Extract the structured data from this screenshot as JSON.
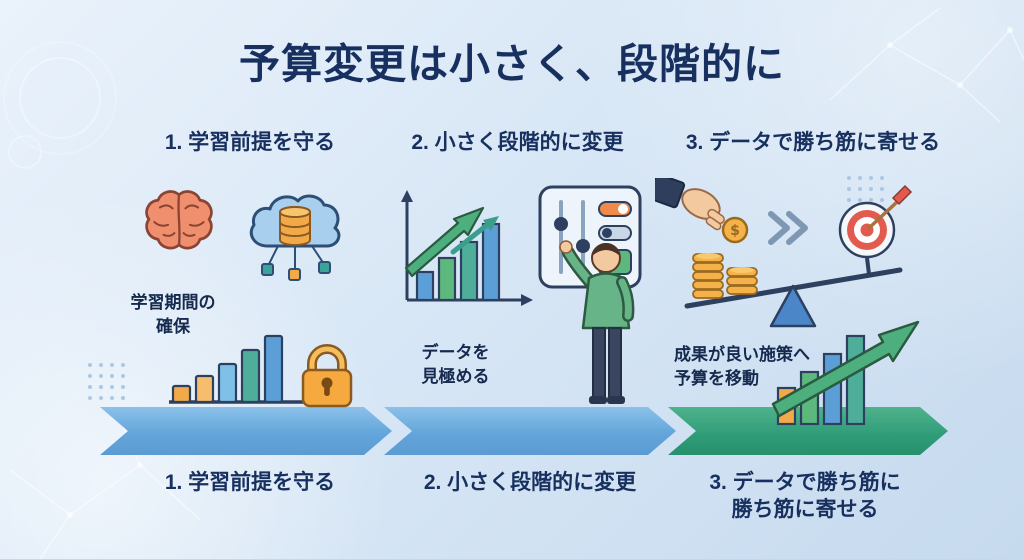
{
  "title": "予算変更は小さく、段階的に",
  "steps": [
    {
      "heading": "1. 学習前提を守る",
      "caption_line1": "学習期間の",
      "caption_line2": "確保",
      "icons": [
        "brain-icon",
        "cloud-database-icon",
        "growth-bars-icon",
        "lock-icon"
      ]
    },
    {
      "heading": "2. 小さく段階的に変更",
      "caption_line1": "データを",
      "caption_line2": "見極める",
      "icons": [
        "growth-chart-arrow-icon",
        "control-panel-icon",
        "person-pointing-icon"
      ]
    },
    {
      "heading": "3. データで勝ち筋に寄せる",
      "caption_line1": "成果が良い施策へ",
      "caption_line2": "予算を移動",
      "icons": [
        "hand-coin-icon",
        "coin-stack-icon",
        "double-chevron-icon",
        "balance-scale-icon",
        "target-dart-icon",
        "rising-chart-arrow-icon"
      ]
    }
  ],
  "banner": [
    {
      "line1": "1. 学習前提を守る",
      "line2": "",
      "color": "#63a6db"
    },
    {
      "line1": "2. 小さく段階的に変更",
      "line2": "",
      "color": "#63a6db"
    },
    {
      "line1": "3. データで勝ち筋に",
      "line2": "勝ち筋に寄せる",
      "color": "#2f9c78"
    }
  ],
  "coin_symbol": "$",
  "colors": {
    "title_text": "#17305f",
    "heading_text": "#17305f",
    "caption_text": "#152a4e",
    "arrow_blue": "#63a6db",
    "arrow_green": "#2f9c78",
    "accent_orange": "#f2a948",
    "accent_coral": "#ef8f6e",
    "accent_green": "#5cb87c",
    "accent_blue": "#5b9fd6",
    "accent_teal": "#4fae9a",
    "background": "#d8e7f6"
  }
}
